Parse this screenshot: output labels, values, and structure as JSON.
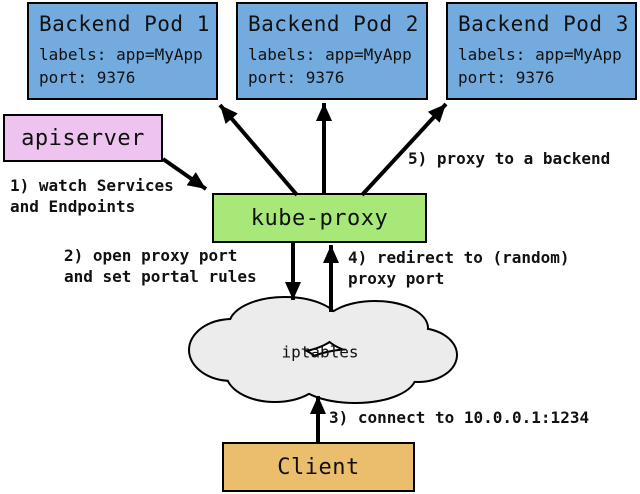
{
  "pods": [
    {
      "title": "Backend Pod 1",
      "labels_line": "labels: app=MyApp",
      "port_line": "port: 9376"
    },
    {
      "title": "Backend Pod 2",
      "labels_line": "labels: app=MyApp",
      "port_line": "port: 9376"
    },
    {
      "title": "Backend Pod 3",
      "labels_line": "labels: app=MyApp",
      "port_line": "port: 9376"
    }
  ],
  "nodes": {
    "apiserver": "apiserver",
    "kube_proxy": "kube-proxy",
    "iptables": "iptables",
    "client": "Client"
  },
  "annotations": {
    "step1": "1) watch Services\nand Endpoints",
    "step2": "2) open proxy port\nand set portal rules",
    "step3": "3) connect to 10.0.0.1:1234",
    "step4": "4) redirect to (random)\nproxy port",
    "step5": "5) proxy to a backend"
  },
  "colors": {
    "pod_fill": "#74ABDE",
    "apiserver_fill": "#EFC3EF",
    "kube_proxy_fill": "#A8E878",
    "client_fill": "#EBBE6E",
    "cloud_fill": "#ECECEC",
    "border": "#000000",
    "background": "#FFFFFF"
  }
}
